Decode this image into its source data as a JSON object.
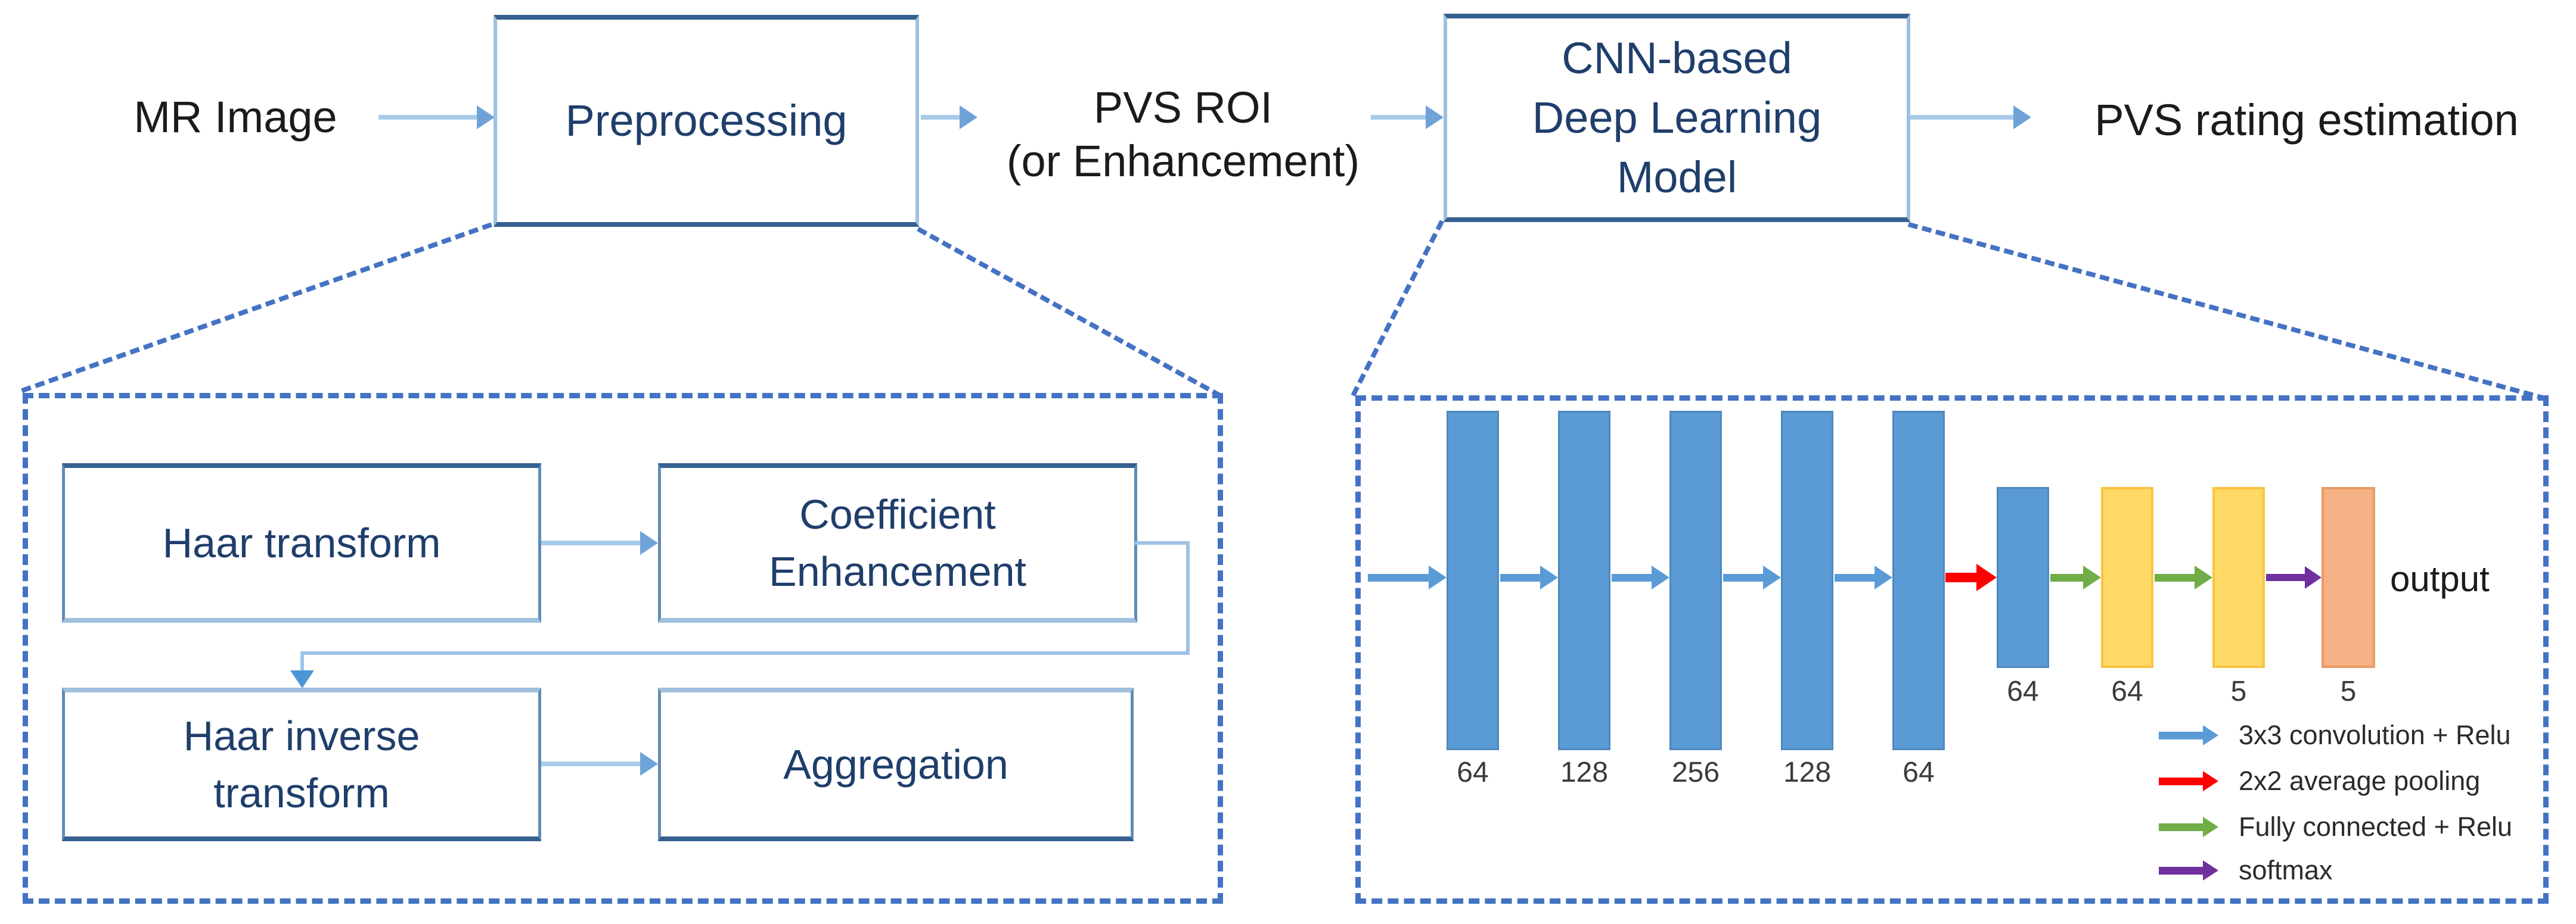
{
  "flow": {
    "mr_image": "MR Image",
    "preprocessing": "Preprocessing",
    "pvs_roi_line1": "PVS ROI",
    "pvs_roi_line2": "(or Enhancement)",
    "cnn_line1": "CNN-based",
    "cnn_line2": "Deep Learning",
    "cnn_line3": "Model",
    "result": "PVS rating estimation"
  },
  "preprocessing_detail": {
    "haar_transform": "Haar transform",
    "coefficient_line1": "Coefficient",
    "coefficient_line2": "Enhancement",
    "haar_inverse_line1": "Haar inverse",
    "haar_inverse_line2": "transform",
    "aggregation": "Aggregation"
  },
  "cnn_detail": {
    "conv_layer_labels": [
      "64",
      "128",
      "256",
      "128",
      "64"
    ],
    "fc_layer_labels": [
      "64",
      "64",
      "5",
      "5"
    ],
    "output_label": "output",
    "legend": [
      {
        "icon": "conv-arrow",
        "color": "#5B9BD5",
        "label": "3x3 convolution + Relu"
      },
      {
        "icon": "pool-arrow",
        "color": "#FF0000",
        "label": "2x2 average pooling"
      },
      {
        "icon": "fc-arrow",
        "color": "#70AD47",
        "label": "Fully connected + Relu"
      },
      {
        "icon": "softmax-arrow",
        "color": "#7030A0",
        "label": "softmax"
      }
    ]
  },
  "colors": {
    "conv_bar": "#5B9BD5",
    "fc_bar": "#FFD966",
    "output_bar": "#F4B183",
    "box_border_dark": "#34618F",
    "box_border_light": "#9FC0DE",
    "box_text": "#1F3E6B",
    "dashed_border": "#4472C4",
    "flow_arrow": "#A9CBEA"
  }
}
